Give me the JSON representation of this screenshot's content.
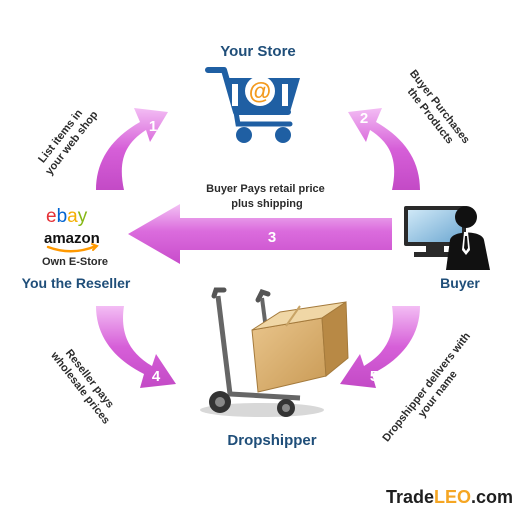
{
  "nodes": {
    "store": {
      "label": "Your Store",
      "icon": "shopping-cart-icon"
    },
    "buyer": {
      "label": "Buyer",
      "icon": "computer-user-icon"
    },
    "reseller": {
      "label": "You the Reseller",
      "channels": [
        "ebay",
        "amazon",
        "Own E-Store"
      ]
    },
    "dropshipper": {
      "label": "Dropshipper",
      "icon": "hand-truck-box-icon"
    }
  },
  "steps": [
    {
      "number": "1",
      "text_lines": [
        "List items in",
        "your web shop"
      ]
    },
    {
      "number": "2",
      "text_lines": [
        "Buyer Purchases",
        "the Products"
      ]
    },
    {
      "number": "3",
      "text_lines": [
        "Buyer Pays retail price",
        "plus shipping"
      ]
    },
    {
      "number": "4",
      "text_lines": [
        "Reseller pays",
        "wholesale prices"
      ]
    },
    {
      "number": "5",
      "text_lines": [
        "Dropshipper delivers with",
        "your name"
      ]
    }
  ],
  "brand": {
    "part1": "Trade",
    "part2": "LEO",
    "part3": ".com"
  },
  "colors": {
    "arrow": "#d462d6",
    "arrow_light": "#f0b5f2",
    "label_blue": "#1f4e79",
    "cart_blue": "#1f5fa3",
    "cart_orange": "#f39a1e",
    "ebay_red": "#e53238",
    "ebay_blue": "#0064d2",
    "ebay_yellow": "#f5af02",
    "ebay_green": "#86b817",
    "amazon_orange": "#ff9900",
    "brand_orange": "#f5a623"
  }
}
